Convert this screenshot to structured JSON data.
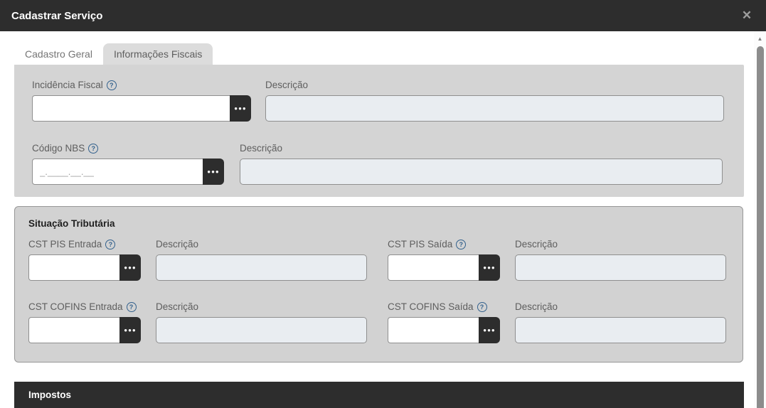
{
  "modal": {
    "title": "Cadastrar Serviço"
  },
  "icons": {
    "close": "✕",
    "lookup": "●●●",
    "help": "?",
    "scroll_up": "▲"
  },
  "tabs": {
    "cadastro_geral": "Cadastro Geral",
    "informacoes_fiscais": "Informações Fiscais"
  },
  "fiscal": {
    "incidencia_fiscal": {
      "label": "Incidência Fiscal",
      "value": ""
    },
    "incidencia_descricao": {
      "label": "Descrição",
      "value": ""
    },
    "codigo_nbs": {
      "label": "Código NBS",
      "value": "",
      "placeholder": "_.____.__.__"
    },
    "codigo_nbs_descricao": {
      "label": "Descrição",
      "value": ""
    }
  },
  "situacao_tributaria": {
    "title": "Situação Tributária",
    "cst_pis_entrada": {
      "label": "CST PIS Entrada",
      "value": ""
    },
    "cst_pis_entrada_descricao": {
      "label": "Descrição",
      "value": ""
    },
    "cst_pis_saida": {
      "label": "CST PIS Saída",
      "value": ""
    },
    "cst_pis_saida_descricao": {
      "label": "Descrição",
      "value": ""
    },
    "cst_cofins_entrada": {
      "label": "CST COFINS Entrada",
      "value": ""
    },
    "cst_cofins_entrada_descricao": {
      "label": "Descrição",
      "value": ""
    },
    "cst_cofins_saida": {
      "label": "CST COFINS Saída",
      "value": ""
    },
    "cst_cofins_saida_descricao": {
      "label": "Descrição",
      "value": ""
    }
  },
  "impostos": {
    "title": "Impostos"
  },
  "colors": {
    "header_bg": "#2d2d2d",
    "panel_bg": "#d4d4d4",
    "readonly_bg": "#e9edf1",
    "help_icon_blue": "#33618d",
    "scroll_thumb": "#8c8c8c"
  }
}
